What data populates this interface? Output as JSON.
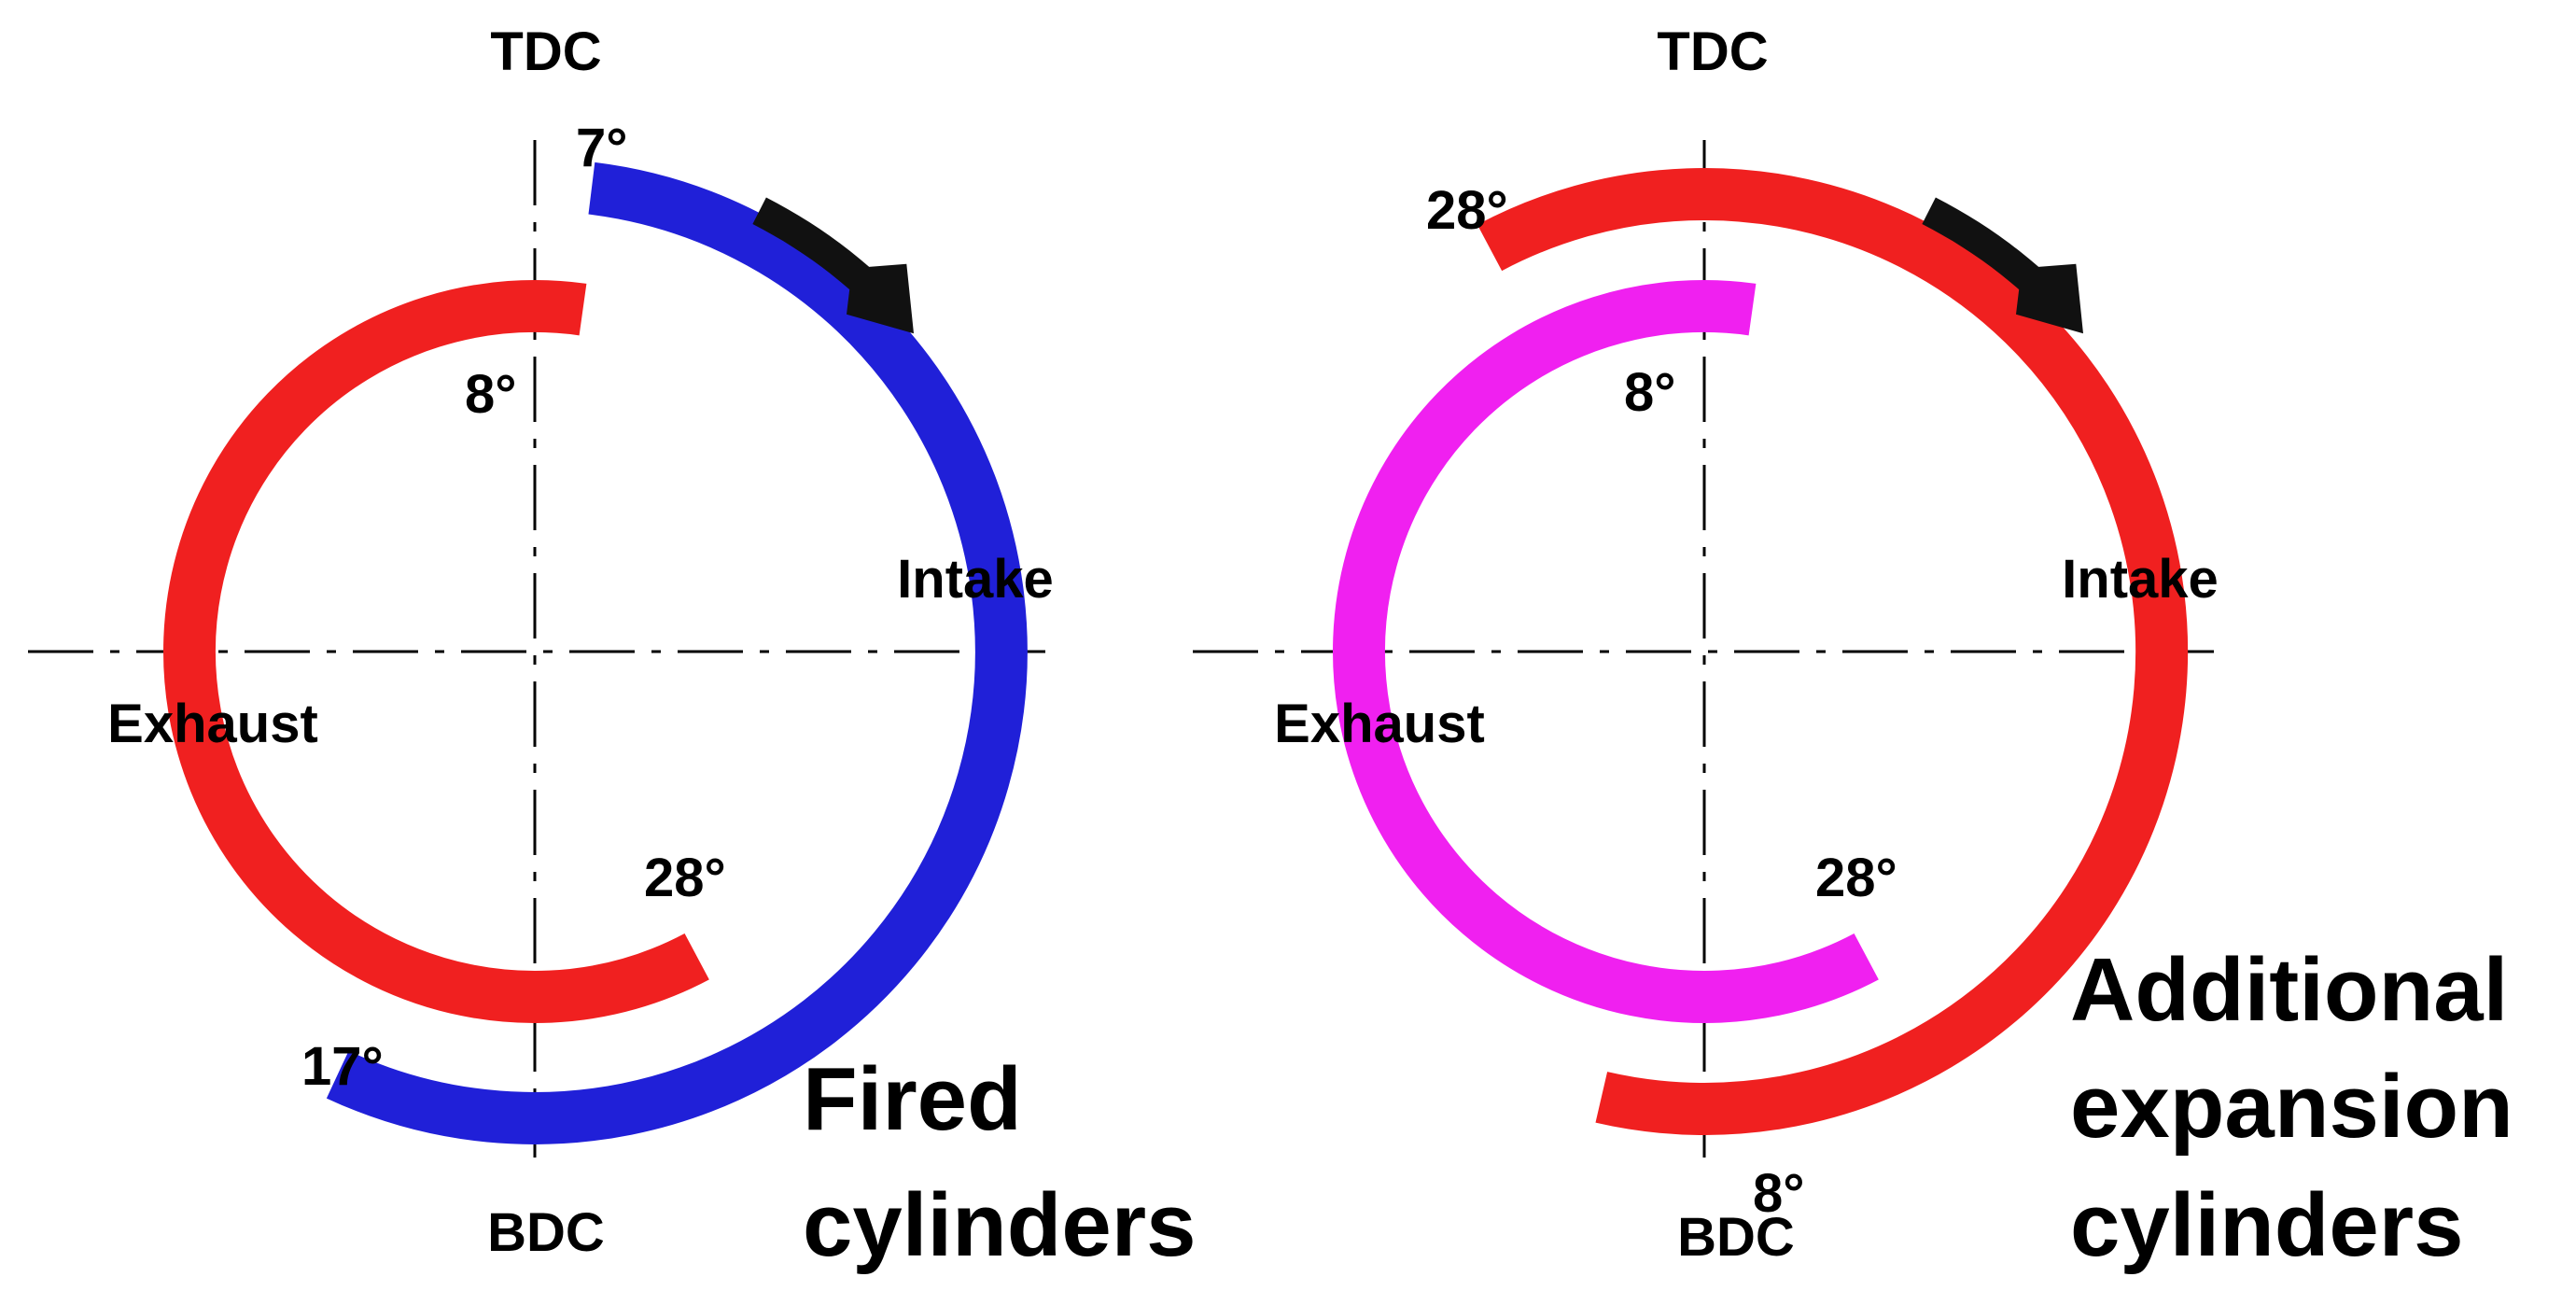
{
  "left": {
    "top_label": "TDC",
    "bottom_label": "BDC",
    "exhaust_label": "Exhaust",
    "intake_label": "Intake",
    "angles": {
      "intake_open": "7°",
      "exhaust_close": "8°",
      "exhaust_open": "28°",
      "intake_close": "17°"
    },
    "title_lines": [
      "Fired",
      "cylinders"
    ],
    "colors": {
      "intake": "#2020d8",
      "exhaust": "#f02020",
      "arrow": "#111111"
    }
  },
  "right": {
    "top_label": "TDC",
    "bottom_label": "BDC",
    "exhaust_label": "Exhaust",
    "intake_label": "Intake",
    "angles": {
      "intake_open": "28°",
      "exhaust_close": "8°",
      "exhaust_open": "28°",
      "intake_close": "8°"
    },
    "title_lines": [
      "Additional",
      "expansion",
      "cylinders"
    ],
    "colors": {
      "intake": "#f02020",
      "exhaust": "#f020f0",
      "arrow": "#111111"
    }
  }
}
